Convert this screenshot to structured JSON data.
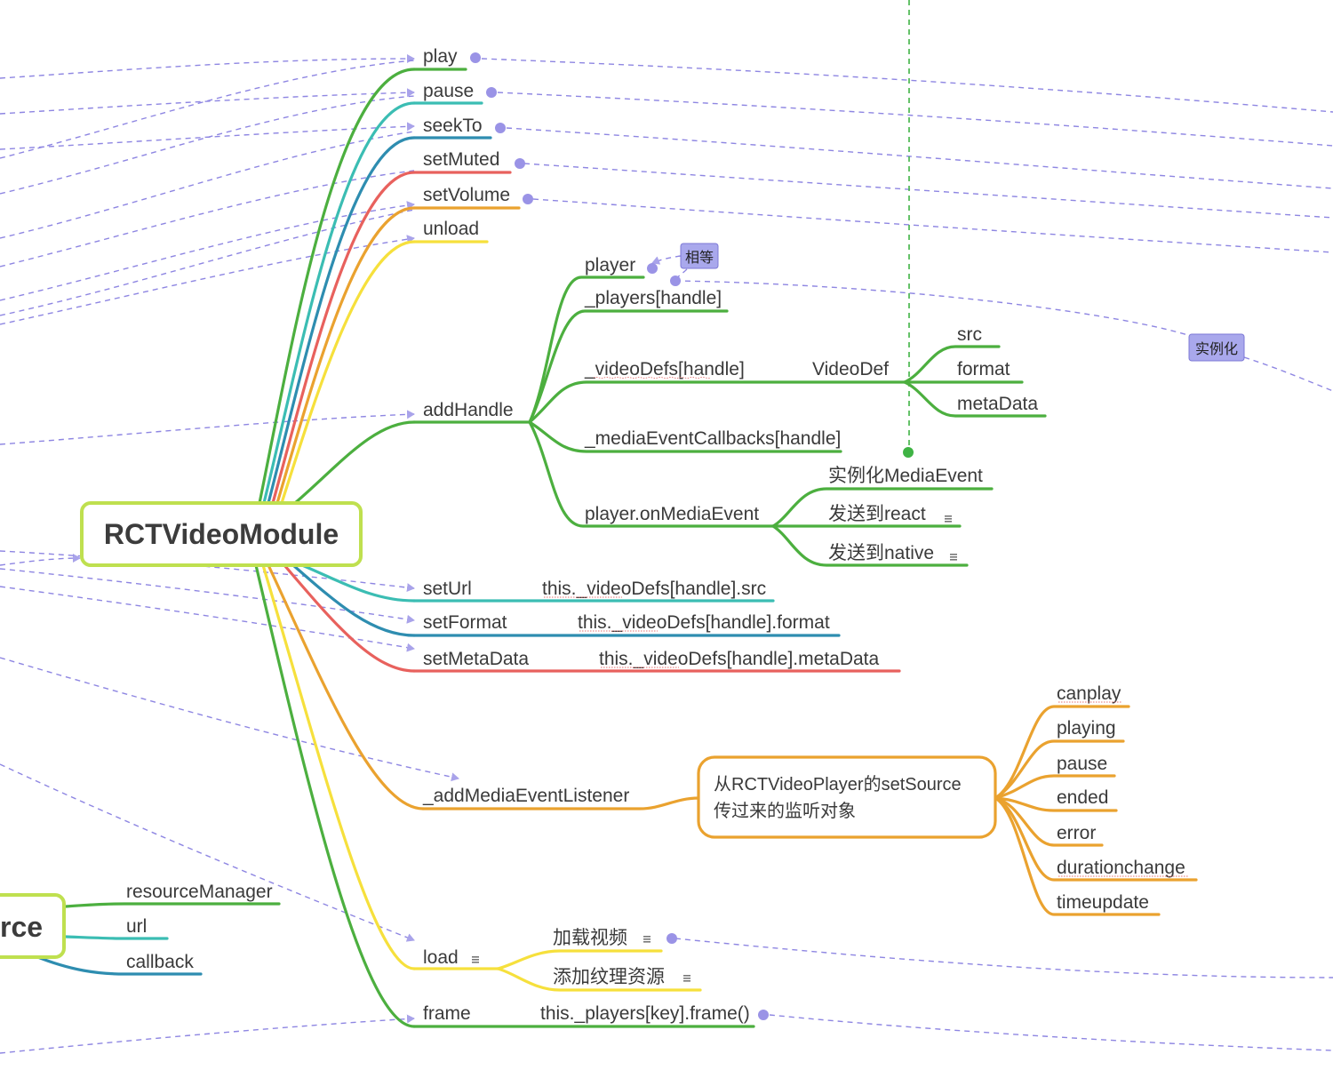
{
  "colors": {
    "green": "#4caf3f",
    "teal": "#3bbdb3",
    "blue": "#2e8db0",
    "red": "#e8615d",
    "orange": "#eaa22f",
    "yellow": "#f6e03c",
    "root_border": "#bfe04f",
    "relation": "#8e86e2",
    "tag_bg": "#a9a8ec"
  },
  "root": {
    "title": "RCTVideoModule"
  },
  "secondary_root": {
    "title": "rce",
    "children": [
      "resourceManager",
      "url",
      "callback"
    ]
  },
  "methods": {
    "play": "play",
    "pause": "pause",
    "seekTo": "seekTo",
    "setMuted": "setMuted",
    "setVolume": "setVolume",
    "unload": "unload",
    "addHandle": "addHandle",
    "setUrl": "setUrl",
    "setFormat": "setFormat",
    "setMetaData": "setMetaData",
    "addMediaEventListener": "_addMediaEventListener",
    "load": "load",
    "frame": "frame"
  },
  "addHandle_children": {
    "player": "player",
    "players_handle": "_players[handle]",
    "videoDefs_handle": "_videoDefs[handle]",
    "videoDef": "VideoDef",
    "mediaEventCallbacks": "_mediaEventCallbacks[handle]",
    "onMediaEvent": "player.onMediaEvent"
  },
  "videoDef_fields": [
    "src",
    "format",
    "metaData"
  ],
  "onMediaEvent_children": [
    "实例化MediaEvent",
    "发送到react",
    "发送到native"
  ],
  "setters": {
    "setUrl_value": "this._videoDefs[handle].src",
    "setFormat_value": "this._videoDefs[handle].format",
    "setMetaData_value": "this._videoDefs[handle].metaData"
  },
  "listener": {
    "note_line1": "从RCTVideoPlayer的setSource",
    "note_line2": "传过来的监听对象",
    "events": [
      "canplay",
      "playing",
      "pause",
      "ended",
      "error",
      "durationchange",
      "timeupdate"
    ]
  },
  "load_children": [
    "加载视频",
    "添加纹理资源"
  ],
  "frame_value": "this._players[key].frame()",
  "relation_tags": {
    "equal": "相等",
    "instantiate": "实例化"
  }
}
